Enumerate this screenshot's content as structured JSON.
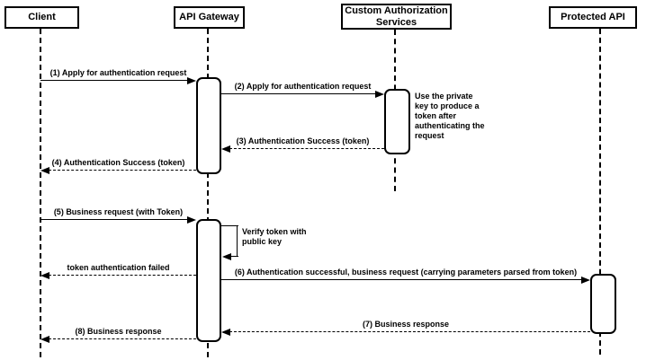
{
  "participants": [
    {
      "label": "Client"
    },
    {
      "label": "API Gateway"
    },
    {
      "label": "Custom Authorization Services"
    },
    {
      "label": "Protected API"
    }
  ],
  "messages": [
    {
      "n": 1,
      "label": "(1) Apply for authentication request",
      "type": "solid",
      "from": "Client",
      "to": "API Gateway"
    },
    {
      "n": 2,
      "label": "(2) Apply for authentication request",
      "type": "solid",
      "from": "API Gateway",
      "to": "Custom Authorization Services"
    },
    {
      "n": 3,
      "label": "(3) Authentication Success (token)",
      "type": "dashed",
      "from": "Custom Authorization Services",
      "to": "API Gateway"
    },
    {
      "n": 4,
      "label": "(4) Authentication Success (token)",
      "type": "dashed",
      "from": "API Gateway",
      "to": "Client"
    },
    {
      "n": 5,
      "label": "(5) Business request (with Token)",
      "type": "solid",
      "from": "Client",
      "to": "API Gateway"
    },
    {
      "n": 6,
      "label": "Verify token with public key",
      "type": "self",
      "from": "API Gateway",
      "to": "API Gateway"
    },
    {
      "n": 7,
      "label": "token authentication failed",
      "type": "dashed",
      "from": "API Gateway",
      "to": "Client"
    },
    {
      "n": 8,
      "label": "(6) Authentication successful, business request (carrying parameters parsed from token)",
      "type": "solid",
      "from": "API Gateway",
      "to": "Protected API"
    },
    {
      "n": 9,
      "label": "(7) Business response",
      "type": "dashed",
      "from": "Protected API",
      "to": "API Gateway"
    },
    {
      "n": 10,
      "label": "(8) Business response",
      "type": "dashed",
      "from": "API Gateway",
      "to": "Client"
    }
  ],
  "notes": [
    {
      "label": "Use the private key to produce a token after authenticating the request"
    }
  ],
  "colors": {
    "stroke": "#000000",
    "background": "#ffffff"
  }
}
